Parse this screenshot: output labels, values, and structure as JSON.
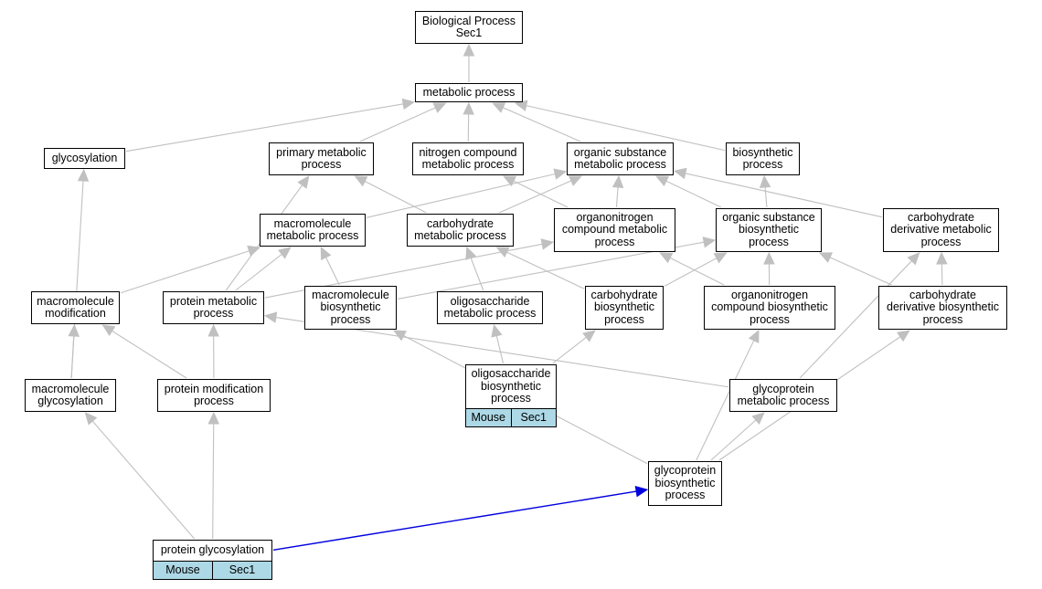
{
  "colors": {
    "edge": "#c0c0c0",
    "highlight_edge": "#0000e0",
    "node_border": "#000000",
    "node_fill": "#ffffff",
    "tag_fill": "#add8e6"
  },
  "nodes": {
    "biological_process": {
      "lines": [
        "Biological Process",
        "Sec1"
      ]
    },
    "metabolic_process": {
      "lines": [
        "metabolic process"
      ]
    },
    "glycosylation": {
      "lines": [
        "glycosylation"
      ]
    },
    "primary_metabolic_process": {
      "lines": [
        "primary metabolic",
        "process"
      ]
    },
    "nitrogen_compound_metabolic_process": {
      "lines": [
        "nitrogen compound",
        "metabolic process"
      ]
    },
    "organic_substance_metabolic_process": {
      "lines": [
        "organic substance",
        "metabolic process"
      ]
    },
    "biosynthetic_process": {
      "lines": [
        "biosynthetic",
        "process"
      ]
    },
    "macromolecule_metabolic_process": {
      "lines": [
        "macromolecule",
        "metabolic process"
      ]
    },
    "carbohydrate_metabolic_process": {
      "lines": [
        "carbohydrate",
        "metabolic process"
      ]
    },
    "organonitrogen_compound_metabolic_process": {
      "lines": [
        "organonitrogen",
        "compound metabolic",
        "process"
      ]
    },
    "organic_substance_biosynthetic_process": {
      "lines": [
        "organic substance",
        "biosynthetic",
        "process"
      ]
    },
    "carbohydrate_derivative_metabolic_process": {
      "lines": [
        "carbohydrate",
        "derivative metabolic",
        "process"
      ]
    },
    "macromolecule_modification": {
      "lines": [
        "macromolecule",
        "modification"
      ]
    },
    "protein_metabolic_process": {
      "lines": [
        "protein metabolic",
        "process"
      ]
    },
    "macromolecule_biosynthetic_process": {
      "lines": [
        "macromolecule",
        "biosynthetic",
        "process"
      ]
    },
    "oligosaccharide_metabolic_process": {
      "lines": [
        "oligosaccharide",
        "metabolic process"
      ]
    },
    "carbohydrate_biosynthetic_process": {
      "lines": [
        "carbohydrate",
        "biosynthetic",
        "process"
      ]
    },
    "organonitrogen_compound_biosynthetic_process": {
      "lines": [
        "organonitrogen",
        "compound biosynthetic",
        "process"
      ]
    },
    "carbohydrate_derivative_biosynthetic_process": {
      "lines": [
        "carbohydrate",
        "derivative biosynthetic",
        "process"
      ]
    },
    "macromolecule_glycosylation": {
      "lines": [
        "macromolecule",
        "glycosylation"
      ]
    },
    "protein_modification_process": {
      "lines": [
        "protein modification",
        "process"
      ]
    },
    "oligosaccharide_biosynthetic_process": {
      "lines": [
        "oligosaccharide",
        "biosynthetic",
        "process"
      ],
      "tags": [
        "Mouse",
        "Sec1"
      ]
    },
    "glycoprotein_metabolic_process": {
      "lines": [
        "glycoprotein",
        "metabolic process"
      ]
    },
    "glycoprotein_biosynthetic_process": {
      "lines": [
        "glycoprotein",
        "biosynthetic",
        "process"
      ]
    },
    "protein_glycosylation": {
      "lines": [
        "protein glycosylation"
      ],
      "tags": [
        "Mouse",
        "Sec1"
      ]
    }
  },
  "edges": [
    {
      "from": "metabolic_process",
      "to": "biological_process"
    },
    {
      "from": "glycosylation",
      "to": "metabolic_process"
    },
    {
      "from": "primary_metabolic_process",
      "to": "metabolic_process"
    },
    {
      "from": "nitrogen_compound_metabolic_process",
      "to": "metabolic_process"
    },
    {
      "from": "organic_substance_metabolic_process",
      "to": "metabolic_process"
    },
    {
      "from": "biosynthetic_process",
      "to": "metabolic_process"
    },
    {
      "from": "macromolecule_metabolic_process",
      "to": "organic_substance_metabolic_process"
    },
    {
      "from": "carbohydrate_metabolic_process",
      "to": "primary_metabolic_process"
    },
    {
      "from": "carbohydrate_metabolic_process",
      "to": "organic_substance_metabolic_process"
    },
    {
      "from": "organonitrogen_compound_metabolic_process",
      "to": "nitrogen_compound_metabolic_process"
    },
    {
      "from": "organonitrogen_compound_metabolic_process",
      "to": "organic_substance_metabolic_process"
    },
    {
      "from": "organic_substance_biosynthetic_process",
      "to": "organic_substance_metabolic_process"
    },
    {
      "from": "organic_substance_biosynthetic_process",
      "to": "biosynthetic_process"
    },
    {
      "from": "carbohydrate_derivative_metabolic_process",
      "to": "organic_substance_metabolic_process"
    },
    {
      "from": "macromolecule_modification",
      "to": "macromolecule_metabolic_process"
    },
    {
      "from": "protein_metabolic_process",
      "to": "primary_metabolic_process"
    },
    {
      "from": "protein_metabolic_process",
      "to": "macromolecule_metabolic_process"
    },
    {
      "from": "protein_metabolic_process",
      "to": "organonitrogen_compound_metabolic_process"
    },
    {
      "from": "macromolecule_biosynthetic_process",
      "to": "macromolecule_metabolic_process"
    },
    {
      "from": "macromolecule_biosynthetic_process",
      "to": "organic_substance_biosynthetic_process"
    },
    {
      "from": "oligosaccharide_metabolic_process",
      "to": "carbohydrate_metabolic_process"
    },
    {
      "from": "carbohydrate_biosynthetic_process",
      "to": "carbohydrate_metabolic_process"
    },
    {
      "from": "carbohydrate_biosynthetic_process",
      "to": "organic_substance_biosynthetic_process"
    },
    {
      "from": "organonitrogen_compound_biosynthetic_process",
      "to": "organonitrogen_compound_metabolic_process"
    },
    {
      "from": "organonitrogen_compound_biosynthetic_process",
      "to": "organic_substance_biosynthetic_process"
    },
    {
      "from": "carbohydrate_derivative_biosynthetic_process",
      "to": "organic_substance_biosynthetic_process"
    },
    {
      "from": "carbohydrate_derivative_biosynthetic_process",
      "to": "carbohydrate_derivative_metabolic_process"
    },
    {
      "from": "macromolecule_glycosylation",
      "to": "glycosylation"
    },
    {
      "from": "macromolecule_glycosylation",
      "to": "macromolecule_modification"
    },
    {
      "from": "protein_modification_process",
      "to": "macromolecule_modification"
    },
    {
      "from": "protein_modification_process",
      "to": "protein_metabolic_process"
    },
    {
      "from": "oligosaccharide_biosynthetic_process",
      "to": "oligosaccharide_metabolic_process"
    },
    {
      "from": "oligosaccharide_biosynthetic_process",
      "to": "carbohydrate_biosynthetic_process"
    },
    {
      "from": "glycoprotein_metabolic_process",
      "to": "protein_metabolic_process"
    },
    {
      "from": "glycoprotein_metabolic_process",
      "to": "carbohydrate_derivative_metabolic_process"
    },
    {
      "from": "glycoprotein_biosynthetic_process",
      "to": "macromolecule_biosynthetic_process"
    },
    {
      "from": "glycoprotein_biosynthetic_process",
      "to": "organonitrogen_compound_biosynthetic_process"
    },
    {
      "from": "glycoprotein_biosynthetic_process",
      "to": "glycoprotein_metabolic_process"
    },
    {
      "from": "glycoprotein_biosynthetic_process",
      "to": "carbohydrate_derivative_biosynthetic_process"
    },
    {
      "from": "protein_glycosylation",
      "to": "macromolecule_glycosylation"
    },
    {
      "from": "protein_glycosylation",
      "to": "protein_modification_process"
    },
    {
      "from": "protein_glycosylation",
      "to": "glycoprotein_biosynthetic_process",
      "highlight": true
    }
  ]
}
